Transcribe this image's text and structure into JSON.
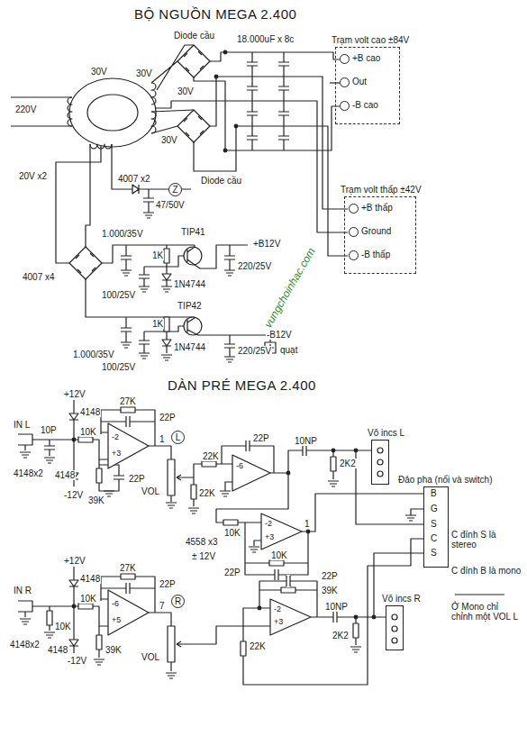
{
  "diagram": {
    "title": "BỘ NGUỒN MEGA 2.400",
    "nodes": [
      {
        "text": [
          "Trạm volt cao ±84V"
        ]
      },
      {
        "text": [
          "+B cao"
        ],
        "in": 0
      },
      {
        "text": [
          "Out"
        ],
        "in": 0
      },
      {
        "text": [
          "-B cao"
        ],
        "in": 0
      },
      {
        "text": [
          "Trạm volt thấp ±42V"
        ]
      },
      {
        "text": [
          "+B thấp"
        ],
        "in": 4
      },
      {
        "text": [
          "Ground"
        ],
        "in": 4
      },
      {
        "text": [
          "-B thấp"
        ],
        "in": 4
      },
      {
        "text": [
          "Vô incs L"
        ]
      },
      {
        "text": [
          "Đảo pha (nối và switch)"
        ]
      },
      {
        "text": [
          "Vô incs R"
        ]
      }
    ],
    "labels": [
      "DÀN PRÉ MEGA 2.400",
      "Diode cầu",
      "18.000uF x 8c",
      "30V",
      "30V",
      "30V",
      "30V",
      "Diode cầu",
      "220V",
      "20V x2",
      "4007 x2",
      "Z",
      "47/50V",
      "4007 x4",
      "1.000/35V",
      "TIP41",
      "1K",
      "1N4744",
      "100/25V",
      "220/25V",
      "+B12V",
      "TIP42",
      "1K",
      "1.000/35V",
      "100/25V",
      "1N4744",
      "220/25V",
      "-B12V",
      "quạt",
      "vungchoinhac.com",
      "IN L",
      "+12V",
      "4148",
      "10K",
      "10P",
      "4148x2",
      "-2",
      "+3",
      "1",
      "27K",
      "22P",
      "4148",
      "22P",
      "39K",
      "-12V",
      "VOL",
      "L",
      "22K",
      "22K",
      "22P",
      "-6",
      "10NP",
      "2K2",
      "10K",
      "10K",
      "22P",
      "-2",
      "+3",
      "1",
      "B",
      "G",
      "S",
      "C",
      "S",
      "C đính S là stereo",
      "C đính B là mono",
      "Ở Mono chỉ chỉnh một VOL L",
      "IN R",
      "+12V",
      "4148",
      "10K",
      "10K",
      "4148x2",
      "-6",
      "+5",
      "7",
      "27K",
      "22P",
      "4148",
      "39K",
      "-12V",
      "VOL",
      "R",
      "4558 x3",
      "± 12V",
      "22P",
      "39K",
      "22K",
      "-2",
      "+3",
      "10NP",
      "2K2"
    ]
  }
}
